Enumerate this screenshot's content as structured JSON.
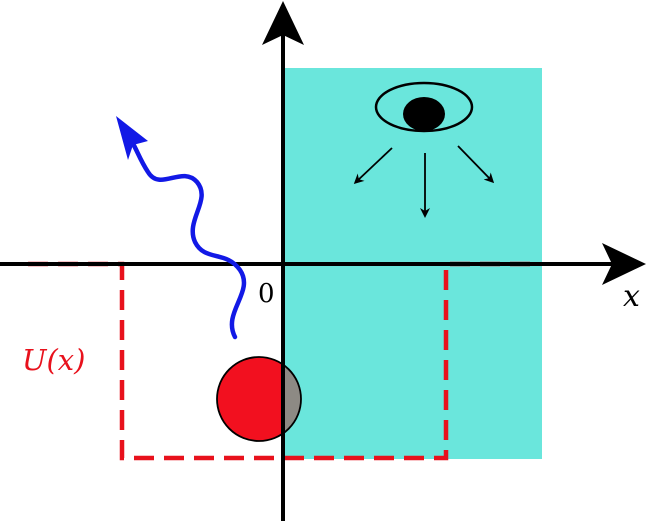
{
  "labels": {
    "origin": "0",
    "x_axis": "x",
    "potential": "U(x)"
  },
  "colors": {
    "background": "#ffffff",
    "measurement_region": "#6ae6dc",
    "potential_line": "#e8111c",
    "particle_fill": "#f2101f",
    "particle_overlap": "#8d8a84",
    "emitted_wave": "#1219e6",
    "axes": "#000000"
  },
  "icons": {
    "observer": "eye-icon",
    "observation_rays": "arrow-down-icon"
  }
}
